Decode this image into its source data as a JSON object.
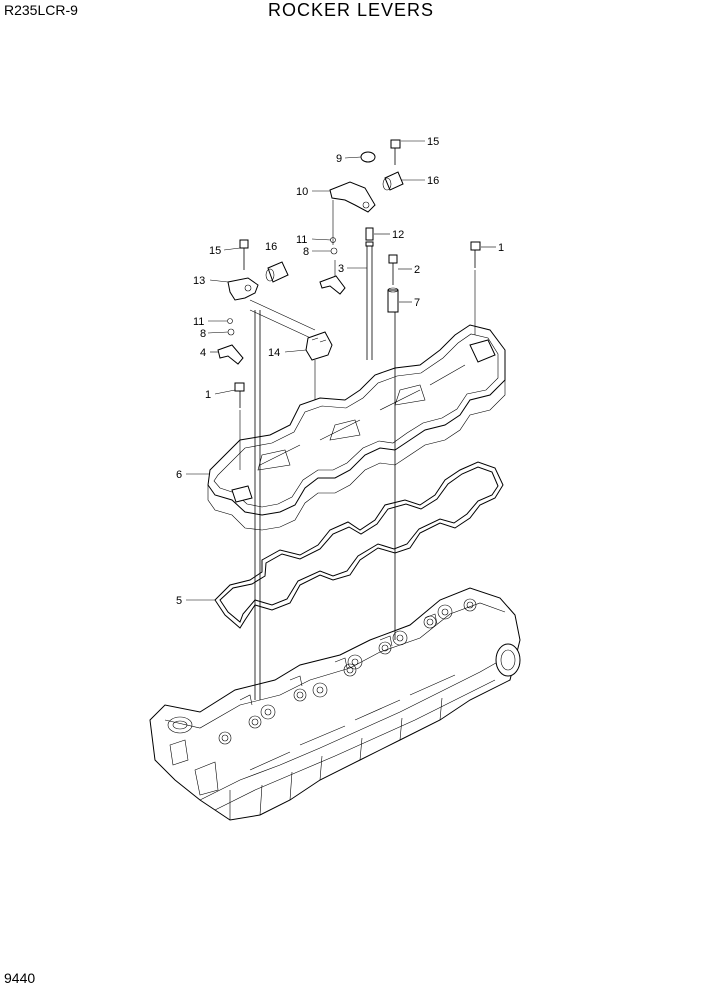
{
  "header": {
    "model": "R235LCR-9",
    "title": "ROCKER LEVERS"
  },
  "footer": {
    "page_code": "9440"
  },
  "callouts": [
    {
      "id": "c15a",
      "text": "15"
    },
    {
      "id": "c9",
      "text": "9"
    },
    {
      "id": "c16a",
      "text": "16"
    },
    {
      "id": "c10",
      "text": "10"
    },
    {
      "id": "c11a",
      "text": "11"
    },
    {
      "id": "c12",
      "text": "12"
    },
    {
      "id": "c15b",
      "text": "15"
    },
    {
      "id": "c16b",
      "text": "16"
    },
    {
      "id": "c8a",
      "text": "8"
    },
    {
      "id": "c1a",
      "text": "1"
    },
    {
      "id": "c3",
      "text": "3"
    },
    {
      "id": "c2",
      "text": "2"
    },
    {
      "id": "c13",
      "text": "13"
    },
    {
      "id": "c7",
      "text": "7"
    },
    {
      "id": "c11b",
      "text": "11"
    },
    {
      "id": "c8b",
      "text": "8"
    },
    {
      "id": "c4",
      "text": "4"
    },
    {
      "id": "c14",
      "text": "14"
    },
    {
      "id": "c1b",
      "text": "1"
    },
    {
      "id": "c6",
      "text": "6"
    },
    {
      "id": "c5",
      "text": "5"
    }
  ]
}
